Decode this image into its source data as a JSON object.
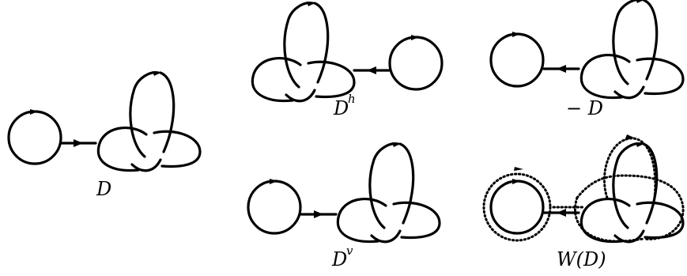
{
  "diagrams": [
    {
      "id": "D",
      "label": "D",
      "superscript": ""
    },
    {
      "id": "Dh",
      "label": "D",
      "superscript": "h"
    },
    {
      "id": "negD",
      "label": "− D",
      "superscript": ""
    },
    {
      "id": "Dv",
      "label": "D",
      "superscript": "v"
    },
    {
      "id": "WD",
      "label": "W(D)",
      "superscript": ""
    }
  ]
}
